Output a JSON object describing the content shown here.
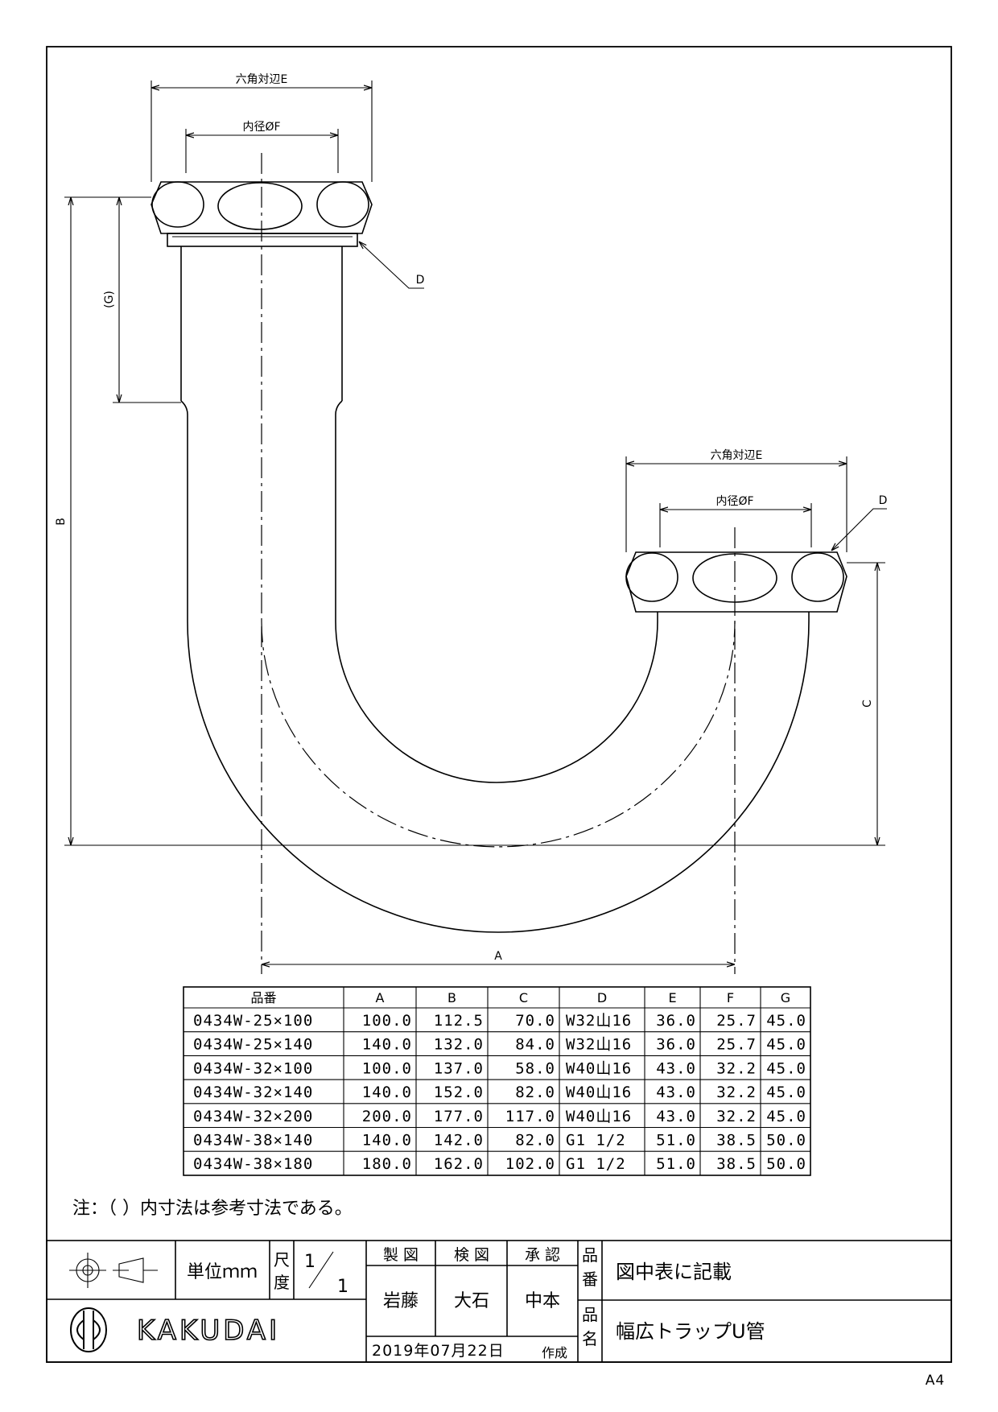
{
  "drawing": {
    "hex_label_top": "六角対辺E",
    "bore_label_top": "内径ØF",
    "hex_label_right": "六角対辺E",
    "bore_label_right": "内径ØF",
    "thread_label_top": "D",
    "thread_label_right": "D",
    "dim_A": "A",
    "dim_B": "B",
    "dim_C": "C",
    "dim_G": "(G)"
  },
  "table": {
    "headers": [
      "品番",
      "A",
      "B",
      "C",
      "D",
      "E",
      "F",
      "G"
    ],
    "rows": [
      [
        "0434W-25×100",
        "100.0",
        "112.5",
        "70.0",
        "W32山16",
        "36.0",
        "25.7",
        "45.0"
      ],
      [
        "0434W-25×140",
        "140.0",
        "132.0",
        "84.0",
        "W32山16",
        "36.0",
        "25.7",
        "45.0"
      ],
      [
        "0434W-32×100",
        "100.0",
        "137.0",
        "58.0",
        "W40山16",
        "43.0",
        "32.2",
        "45.0"
      ],
      [
        "0434W-32×140",
        "140.0",
        "152.0",
        "82.0",
        "W40山16",
        "43.0",
        "32.2",
        "45.0"
      ],
      [
        "0434W-32×200",
        "200.0",
        "177.0",
        "117.0",
        "W40山16",
        "43.0",
        "32.2",
        "45.0"
      ],
      [
        "0434W-38×140",
        "140.0",
        "142.0",
        "82.0",
        "G1 1/2",
        "51.0",
        "38.5",
        "50.0"
      ],
      [
        "0434W-38×180",
        "180.0",
        "162.0",
        "102.0",
        "G1 1/2",
        "51.0",
        "38.5",
        "50.0"
      ]
    ]
  },
  "note": "注：（ ）内寸法は参考寸法である。",
  "title_block": {
    "unit_label": "単位ｍｍ",
    "scale_label_1": "尺",
    "scale_label_2": "度",
    "scale_num": "1",
    "scale_den": "1",
    "drawn_label": "製 図",
    "checked_label": "検 図",
    "approved_label": "承 認",
    "drawn_by": "岩藤",
    "checked_by": "大石",
    "approved_by": "中本",
    "part_no_label_1": "品",
    "part_no_label_2": "番",
    "part_no_value": "図中表に記載",
    "part_name_label_1": "品",
    "part_name_label_2": "名",
    "part_name_value": "幅広トラップU管",
    "date": "2019年07月22日",
    "date_suffix": "作成",
    "company": "KAKUDAI"
  },
  "paper_size": "A4"
}
